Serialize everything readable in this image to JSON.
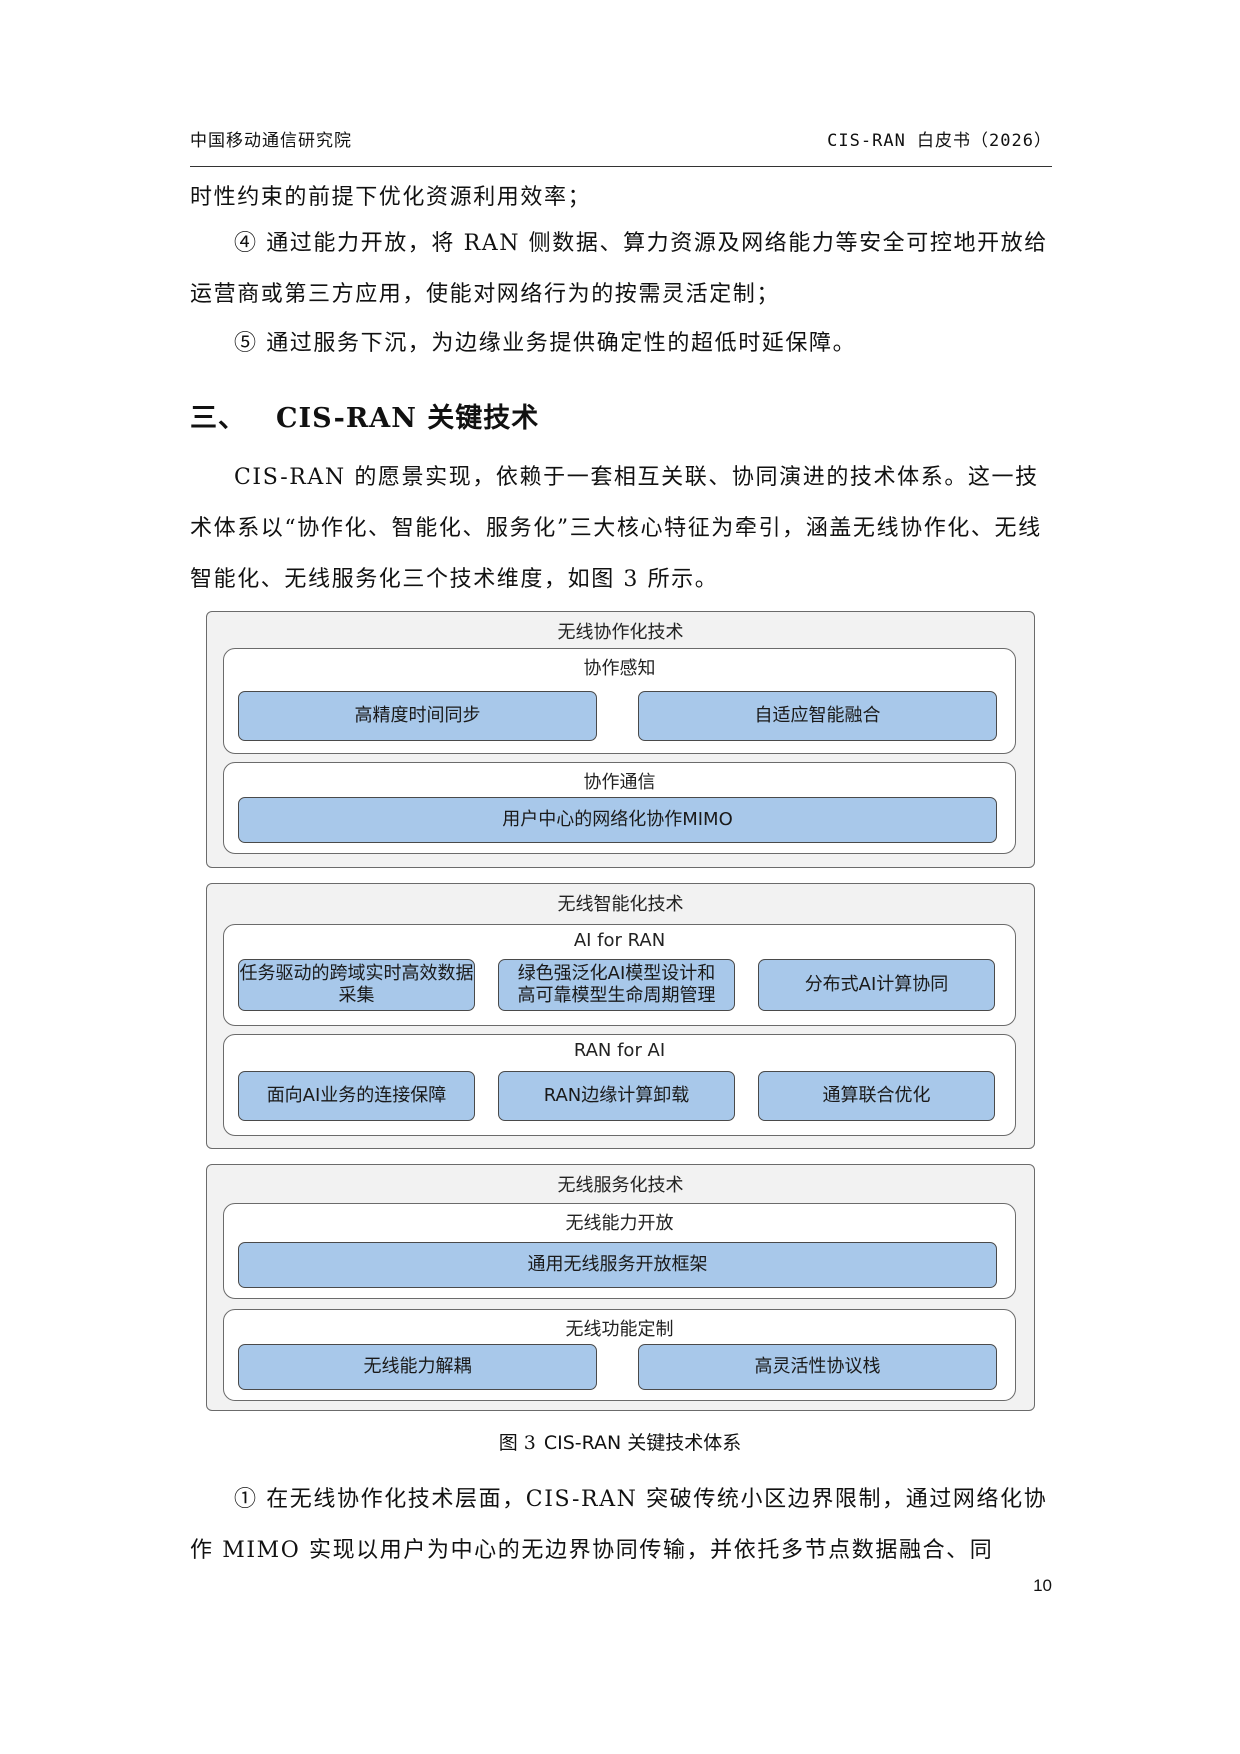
{
  "header": {
    "org": "中国移动通信研究院",
    "doc": "CIS-RAN 白皮书（2026）"
  },
  "text_top": {
    "line1": "时性约束的前提下优化资源利用效率；",
    "item4": "④ 通过能力开放，将 RAN 侧数据、算力资源及网络能力等安全可控地开放给运营商或第三方应用，使能对网络行为的按需灵活定制；",
    "item5": "⑤ 通过服务下沉，为边缘业务提供确定性的超低时延保障。"
  },
  "section": {
    "num": "三、",
    "title": "CIS-RAN 关键技术"
  },
  "intro": "CIS-RAN 的愿景实现，依赖于一套相互关联、协同演进的技术体系。这一技术体系以“协作化、智能化、服务化”三大核心特征为牵引，涵盖无线协作化、无线智能化、无线服务化三个技术维度，如图 3 所示。",
  "figure": {
    "groups": [
      {
        "title": "无线协作化技术",
        "subs": [
          {
            "title": "协作感知",
            "boxes": [
              "高精度时间同步",
              "自适应智能融合"
            ]
          },
          {
            "title": "协作通信",
            "boxes": [
              "用户中心的网络化协作MIMO"
            ]
          }
        ]
      },
      {
        "title": "无线智能化技术",
        "subs": [
          {
            "title": "AI for RAN",
            "boxes": [
              "任务驱动的跨域实时高效数据采集",
              "绿色强泛化AI模型设计和高可靠模型生命周期管理",
              "分布式AI计算协同"
            ]
          },
          {
            "title": "RAN for AI",
            "boxes": [
              "面向AI业务的连接保障",
              "RAN边缘计算卸载",
              "通算联合优化"
            ]
          }
        ]
      },
      {
        "title": "无线服务化技术",
        "subs": [
          {
            "title": "无线能力开放",
            "boxes": [
              "通用无线服务开放框架"
            ]
          },
          {
            "title": "无线功能定制",
            "boxes": [
              "无线能力解耦",
              "高灵活性协议栈"
            ]
          }
        ]
      }
    ],
    "caption_label": "图 3",
    "caption_text": "CIS-RAN 关键技术体系"
  },
  "text_bottom": "① 在无线协作化技术层面，CIS-RAN 突破传统小区边界限制，通过网络化协作 MIMO 实现以用户为中心的无边界协同传输，并依托多节点数据融合、同",
  "page_number": "10"
}
